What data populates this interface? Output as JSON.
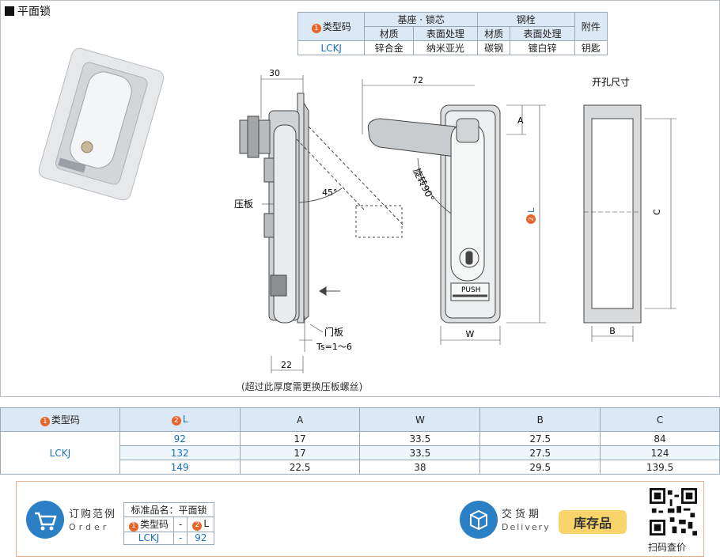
{
  "title": "平面锁",
  "spec": {
    "type_code_label": "类型码",
    "num1": "1",
    "base_core": "基座 · 锁芯",
    "steel_bolt": "钢栓",
    "accessory": "附件",
    "material": "材质",
    "surface": "表面处理",
    "row": {
      "code": "LCKJ",
      "base_mat": "锌合金",
      "base_surf": "纳米亚光",
      "bolt_mat": "碳钢",
      "bolt_surf": "镀白锌",
      "acc": "钥匙"
    }
  },
  "drawing": {
    "dim_30": "30",
    "dim_72": "72",
    "dim_22": "22",
    "dim_A": "A",
    "dim_W": "W",
    "dim_L": "L",
    "num2": "2",
    "angle45": "45°",
    "rotate": "旋转90°",
    "pressure_plate": "压板",
    "door_plate": "门板",
    "ts": "Ts=1～6",
    "push": "PUSH",
    "cutout": "开孔尺寸",
    "dim_B": "B",
    "dim_C": "C",
    "note": "(超过此厚度需更换压板螺丝)"
  },
  "dim_table": {
    "headers": [
      "类型码",
      "L",
      "A",
      "W",
      "B",
      "C"
    ],
    "code": "LCKJ",
    "rows": [
      [
        "92",
        "17",
        "33.5",
        "27.5",
        "84"
      ],
      [
        "132",
        "17",
        "33.5",
        "27.5",
        "124"
      ],
      [
        "149",
        "22.5",
        "38",
        "29.5",
        "139.5"
      ]
    ]
  },
  "order": {
    "title": "订购范例",
    "title_en": "Order",
    "std_name": "标准品名：平面锁",
    "type_code": "类型码",
    "dash": "-",
    "L": "L",
    "code": "LCKJ",
    "dash2": "-",
    "val": "92"
  },
  "delivery": {
    "title": "交货期",
    "title_en": "Delivery",
    "stock": "库存品"
  },
  "qr_label": "扫码查价",
  "colors": {
    "accent_blue": "#1a6fc2",
    "header_bg": "#dbe8f5",
    "badge_orange": "#e8652a",
    "stock_yellow": "#f8d56a"
  }
}
